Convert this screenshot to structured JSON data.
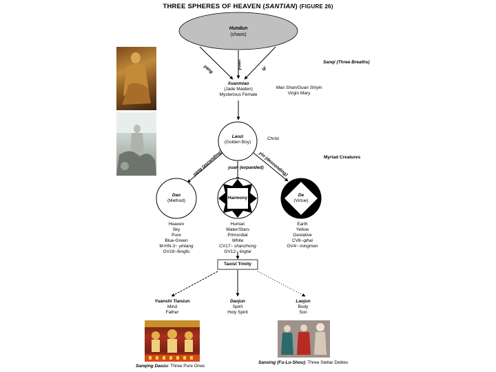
{
  "title": {
    "pre": "THREE SPHERES OF HEAVEN (",
    "em": "SANTIAN",
    "post": ")",
    "figure": "(FIGURE 26)"
  },
  "hundun": {
    "name": "Hundun",
    "sub": "(chaos)"
  },
  "arrows": {
    "left": "yang",
    "center": "yuan",
    "right": "qi"
  },
  "sanqi": "Sanqi (Three Breaths)",
  "xuanmiao": {
    "name": "Xuanmiao",
    "line1": "(Jade Maiden)",
    "line2": "Mysterious Female"
  },
  "maoshan": {
    "line1": "Mao Shan/Guan Shiyin",
    "line2": "Virgin Mary"
  },
  "laozi": {
    "name": "Laozi",
    "sub": "(Golden Boy)"
  },
  "christ": "Christ",
  "myriad": "Myriad Creatures",
  "branch": {
    "left": "yang (ascending)",
    "center": "yuan (expanded)",
    "right": "yin (descending)"
  },
  "dao": {
    "name": "Dao",
    "sub": "(Method)",
    "lines": [
      "Heaven",
      "Sky",
      "Pure",
      "Blue-Green"
    ],
    "pt1": "M-HN-3~ ",
    "pt1i": "yintang",
    "pt2": "GV16~",
    "pt2i": "fengfu"
  },
  "harmony": {
    "name": "Harmony",
    "lines": [
      "Human",
      "Water/Stars",
      "Primordial",
      "White"
    ],
    "pt1": "CV17~ ",
    "pt1i": "shanzhong",
    "pt2": "GV12~ ",
    "pt2i": "lingtai"
  },
  "de": {
    "name": "De",
    "sub": "(Virtue)",
    "lines": [
      "Earth",
      "Yellow",
      "Gestative"
    ],
    "pt1": "CV6~",
    "pt1i": "qihai",
    "pt2": "GV4~ ",
    "pt2i": "mingmen"
  },
  "trinity": "Taoist Trinity",
  "yuanshi": {
    "name": "Yuanshi Tianzun",
    "lines": [
      "Mind",
      "Father"
    ]
  },
  "daojun": {
    "name": "Daojun",
    "lines": [
      "Spirit",
      "Holy Spirit"
    ]
  },
  "laojun": {
    "name": "Laojun",
    "lines": [
      "Body",
      "Son"
    ]
  },
  "caption_left": {
    "em": "Sanqing Daozu",
    "rest": ": Three Pure Ones"
  },
  "caption_right": {
    "em": "Sanxing (Fu-Lu-Shou)",
    "rest": ": Three Stellar Deities"
  },
  "colors": {
    "ellipse_fill": "#c0c0c0",
    "line": "#000000",
    "black_ring": "#000000"
  }
}
